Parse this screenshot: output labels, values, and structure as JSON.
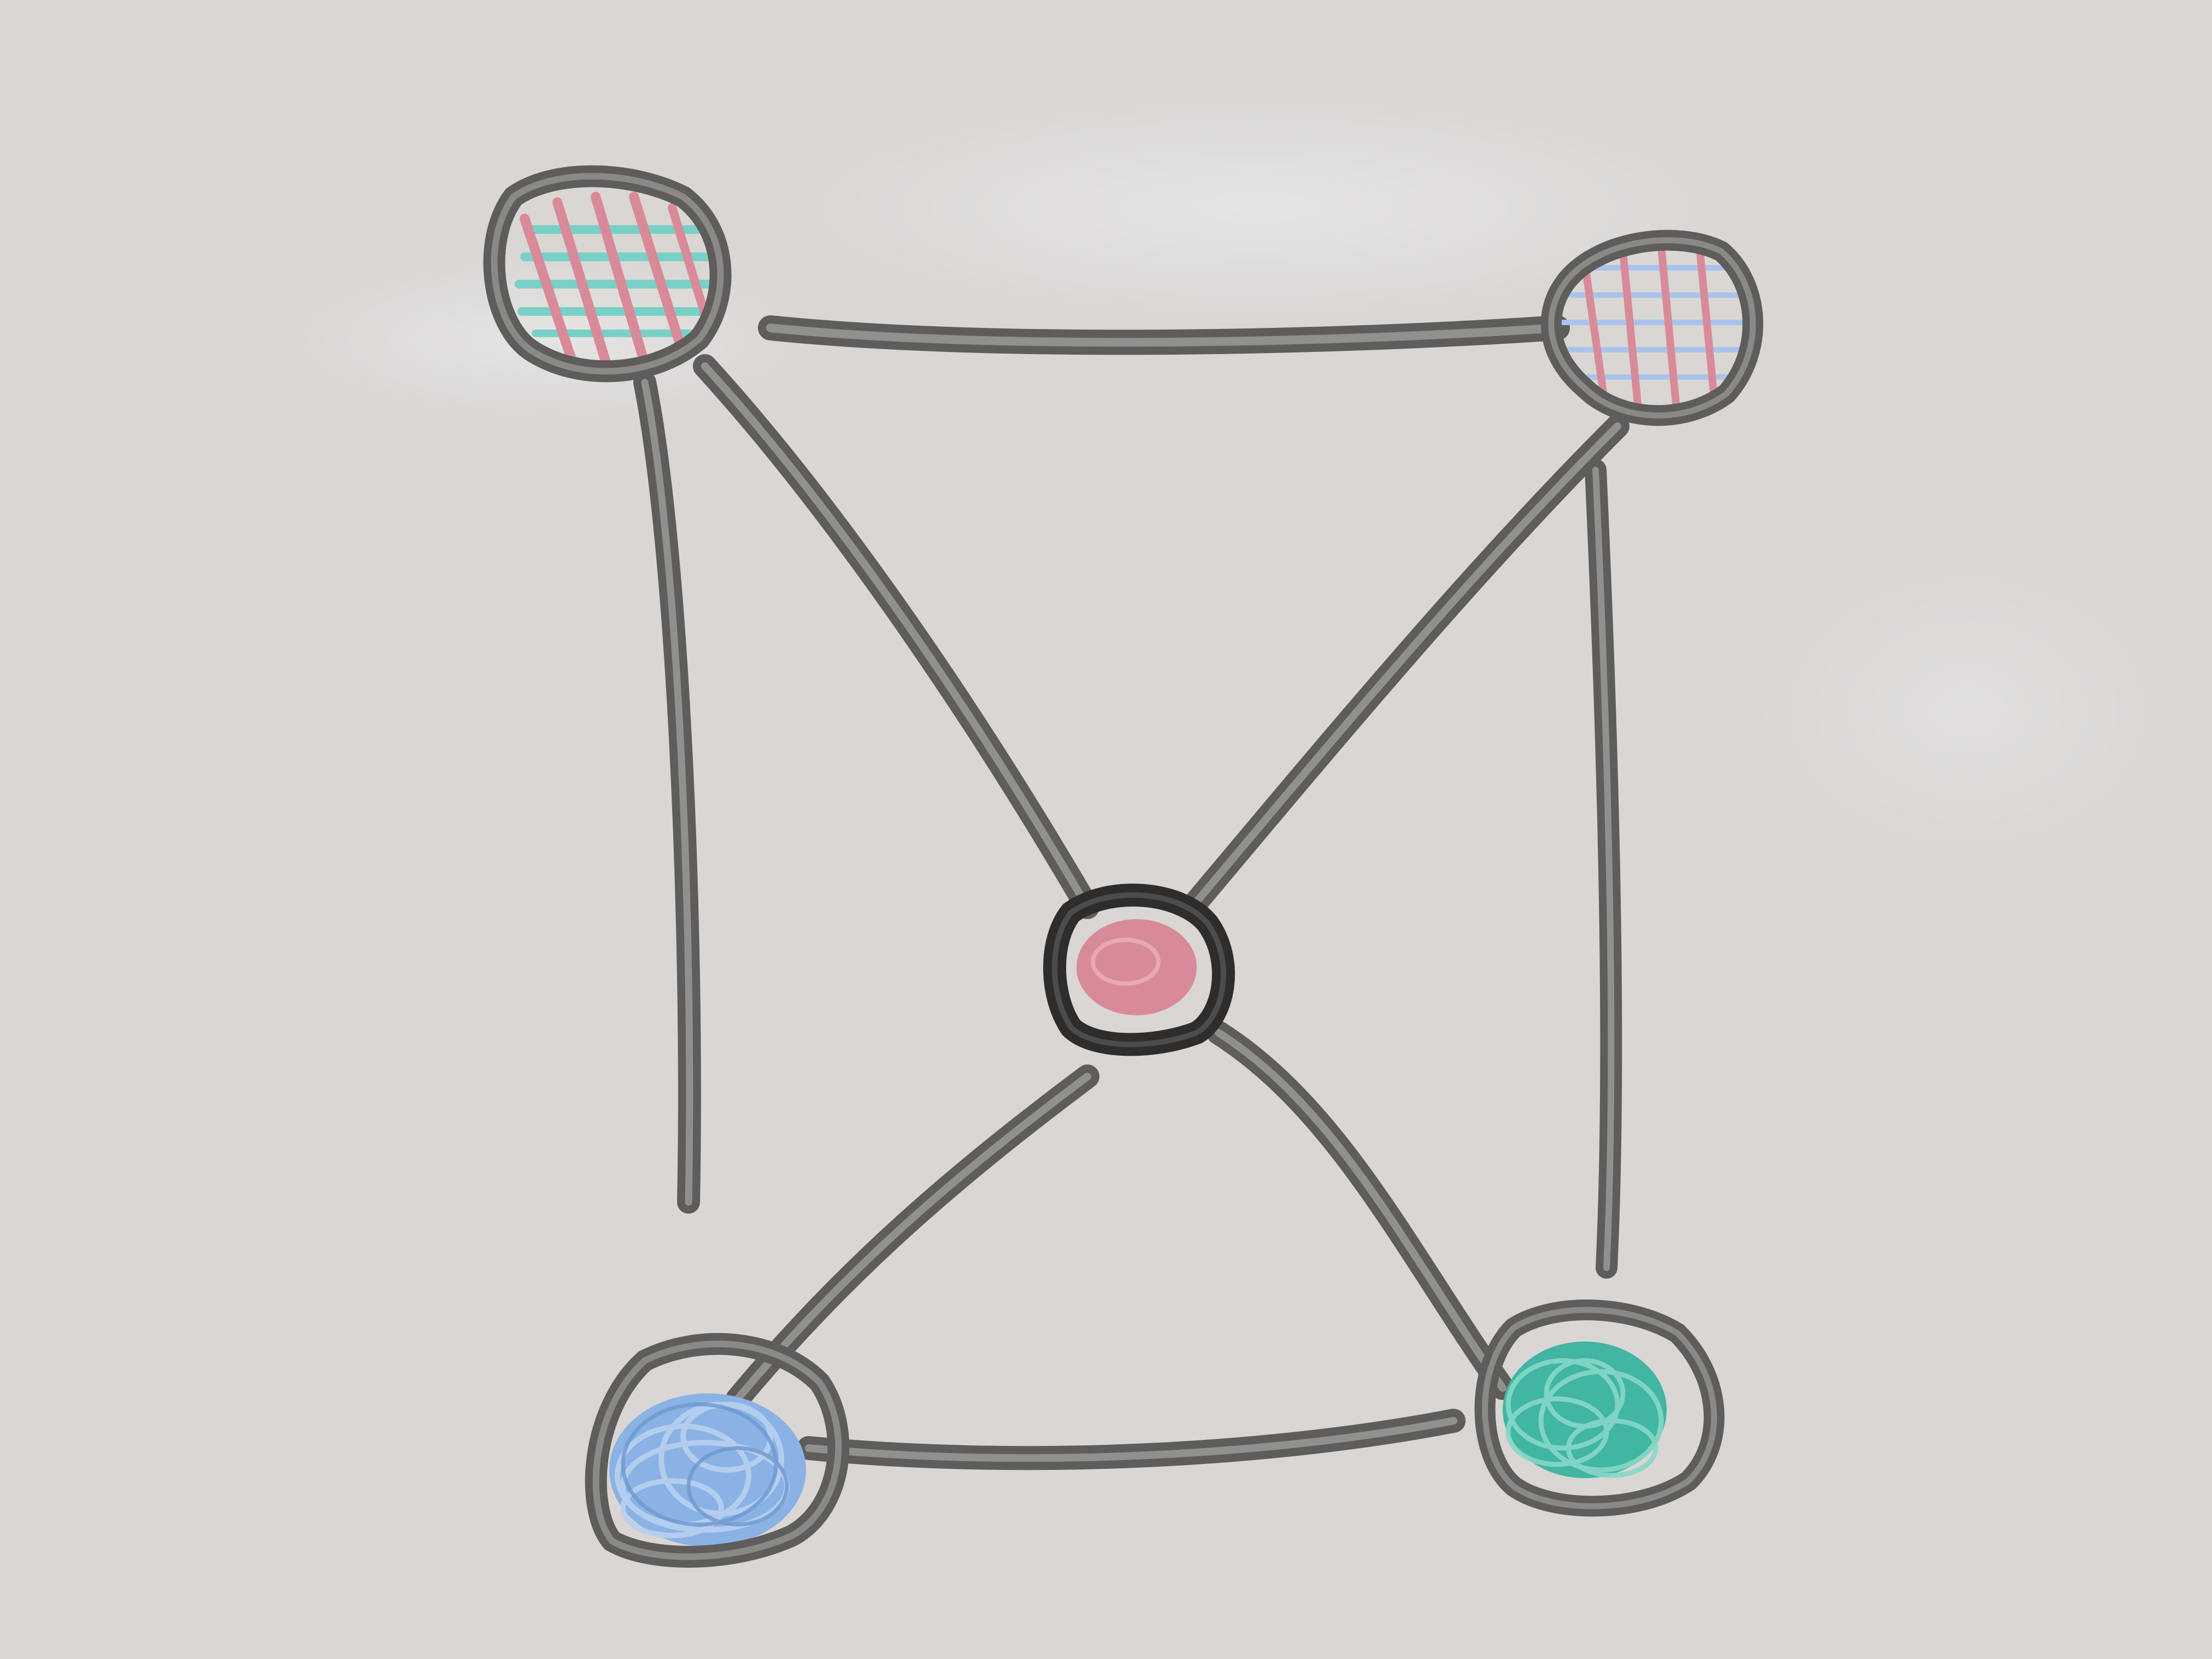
{
  "colors": {
    "board": "#d9d6d4",
    "marker_gray": "#7b7977",
    "marker_dark": "#3a3938",
    "pink": "#d98a98",
    "teal": "#41b6a2",
    "light_teal": "#79d0c6",
    "blue": "#8ab2e4",
    "light_blue": "#a9c4ec"
  },
  "nodes": [
    {
      "id": "top-left",
      "fill": "hatched",
      "hatch_colors": [
        "pink",
        "light_teal"
      ]
    },
    {
      "id": "top-right",
      "fill": "hatched",
      "hatch_colors": [
        "pink",
        "light_blue"
      ]
    },
    {
      "id": "center",
      "fill": "solid",
      "fill_color": "pink",
      "outline": "dark"
    },
    {
      "id": "bottom-left",
      "fill": "scribble",
      "fill_color": "blue"
    },
    {
      "id": "bottom-right",
      "fill": "scribble",
      "fill_color": "teal"
    }
  ],
  "edges": [
    {
      "from": "top-left",
      "to": "top-right"
    },
    {
      "from": "top-left",
      "to": "center"
    },
    {
      "from": "top-right",
      "to": "center"
    },
    {
      "from": "center",
      "to": "bottom-left"
    },
    {
      "from": "center",
      "to": "bottom-right"
    },
    {
      "from": "bottom-left",
      "to": "bottom-right"
    },
    {
      "from": "top-left",
      "to": "open-end"
    },
    {
      "from": "top-right",
      "to": "open-end"
    }
  ]
}
